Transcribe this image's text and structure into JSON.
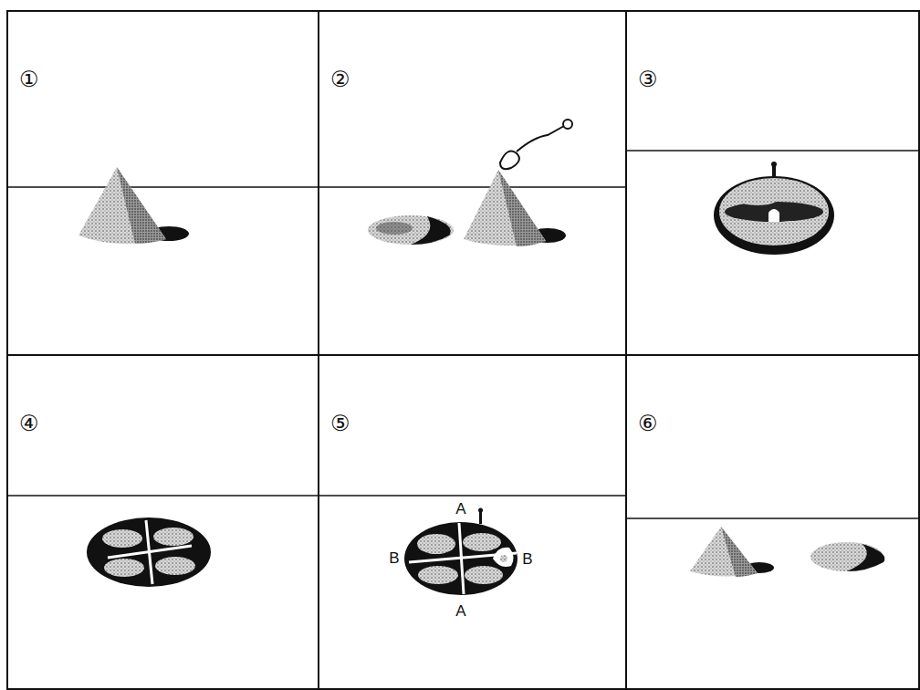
{
  "diagram": {
    "nodes": [
      {
        "text": [
          "①"
        ]
      },
      {
        "text": [
          "②"
        ]
      },
      {
        "text": [
          "③"
        ]
      },
      {
        "text": [
          "④"
        ]
      },
      {
        "text": [
          "⑤"
        ]
      },
      {
        "text": [
          "⑥"
        ]
      }
    ],
    "labels": [
      "A",
      "B",
      "B",
      "A"
    ]
  }
}
